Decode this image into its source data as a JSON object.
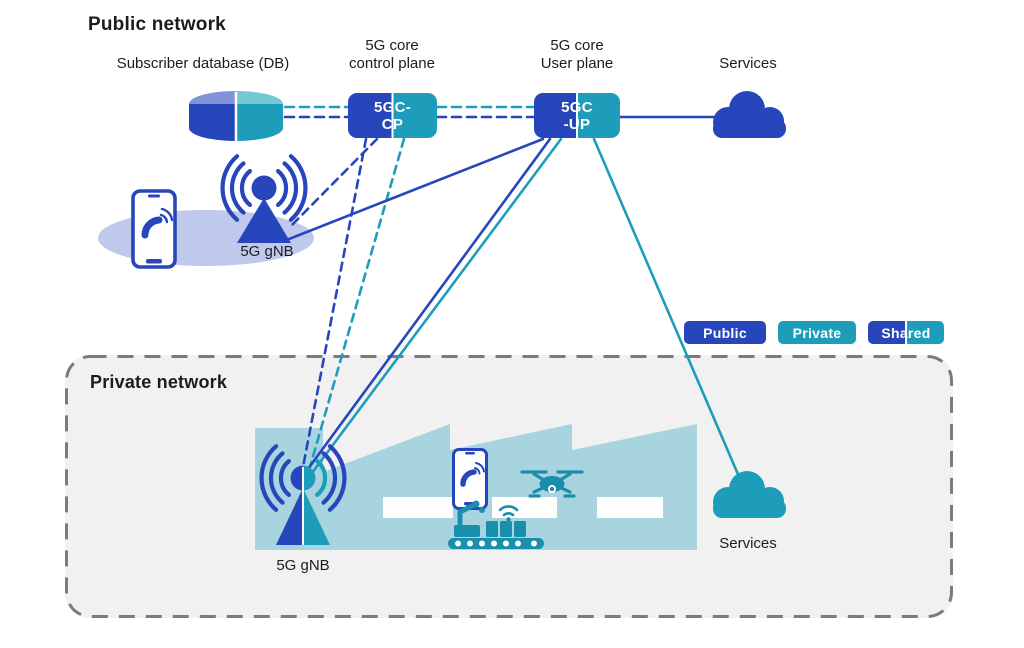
{
  "colors": {
    "public_blue": "#2746bb",
    "private_teal": "#1e9dbb",
    "icon_teal": "#1a8fad",
    "factory_teal": "#a7d4de",
    "db_top_left_periwinkle": "#8193d9",
    "db_top_right_light_teal": "#74c8d6",
    "coverage_ellipse": "#bfc9ec",
    "private_box_fill": "#f1f1f2",
    "private_box_border": "#7b7b7b",
    "text": "#1c1c1c"
  },
  "icons": {
    "database": "db-cylinder-icon",
    "core_boxes": "network-function-box",
    "cloud": "cloud-icon",
    "phone": "smartphone-call-icon",
    "antenna": "gnb-antenna-icon",
    "factory": "factory-silhouette-icon",
    "drone": "drone-icon",
    "robot": "robot-arm-conveyor-icon"
  },
  "public": {
    "title": "Public network",
    "db_label": "Subscriber database (DB)",
    "cp_label_1": "5G core",
    "cp_label_2": "control plane",
    "up_label_1": "5G core",
    "up_label_2": "User plane",
    "services_label": "Services",
    "gnb_label": "5G gNB",
    "cp_box_1": "5GC-",
    "cp_box_2": "CP",
    "up_box_1": "5GC",
    "up_box_2": "-UP"
  },
  "legend": {
    "public": "Public",
    "private": "Private",
    "shared": "Shared"
  },
  "private": {
    "title": "Private network",
    "gnb_label": "5G gNB",
    "services_label": "Services"
  }
}
